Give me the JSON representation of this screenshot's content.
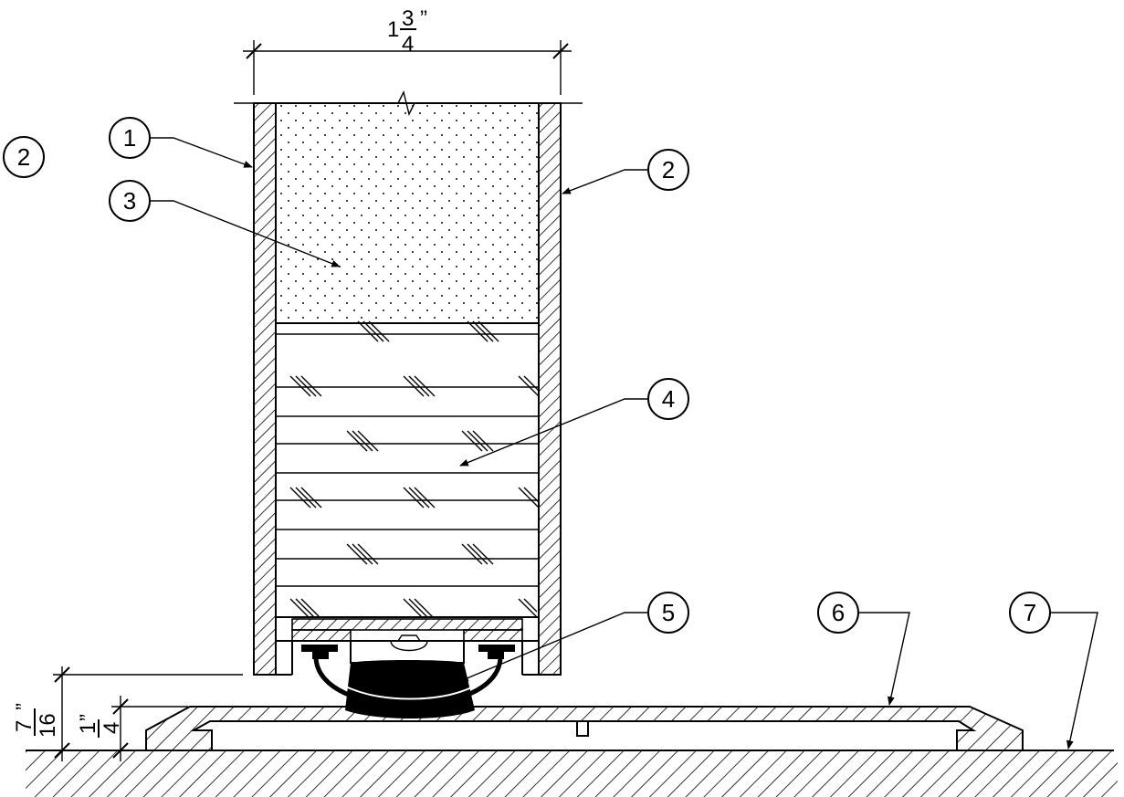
{
  "dimensions": {
    "width_whole": "1",
    "width_num": "3",
    "width_den": "4",
    "width_unit": "”",
    "gap_num": "7",
    "gap_den": "16",
    "gap_unit": "”",
    "threshold_num": "1",
    "threshold_den": "4",
    "threshold_unit": "”"
  },
  "callouts": [
    {
      "id": "c1",
      "label": "1"
    },
    {
      "id": "c2",
      "label": "2"
    },
    {
      "id": "c2-left",
      "label": "2"
    },
    {
      "id": "c3",
      "label": "3"
    },
    {
      "id": "c4",
      "label": "4"
    },
    {
      "id": "c5",
      "label": "5"
    },
    {
      "id": "c6",
      "label": "6"
    },
    {
      "id": "c7",
      "label": "7"
    }
  ]
}
